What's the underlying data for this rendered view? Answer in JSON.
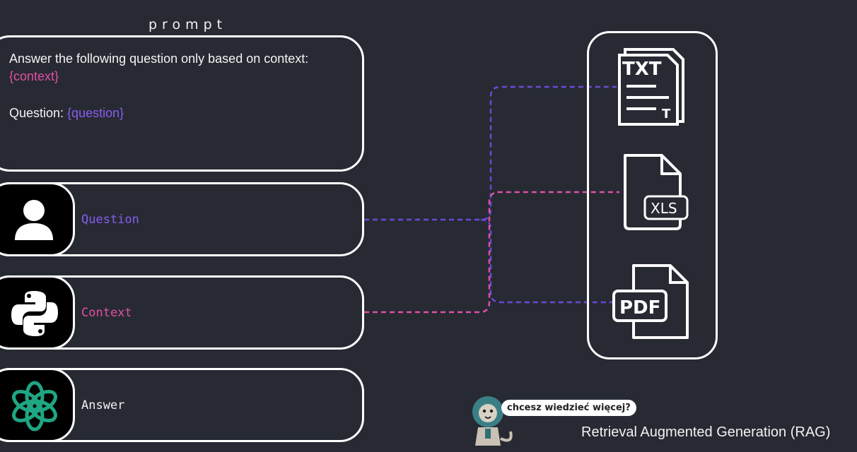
{
  "prompt": {
    "title": "prompt",
    "line1": "Answer the following question only based on context:",
    "context_placeholder": "{context}",
    "question_prefix": "Question: ",
    "question_placeholder": "{question}"
  },
  "rows": {
    "question": {
      "label": "Question",
      "icon": "user-icon"
    },
    "context": {
      "label": "Context",
      "icon": "python-icon"
    },
    "answer": {
      "label": "Answer",
      "icon": "openai-icon"
    }
  },
  "files": [
    {
      "label": "TXT",
      "icon": "txt-file-icon"
    },
    {
      "label": "XLS",
      "icon": "xls-file-icon"
    },
    {
      "label": "PDF",
      "icon": "pdf-file-icon"
    }
  ],
  "txt_corner_letter": "T",
  "bubble": "chcesz wiedzieć więcej?",
  "caption": "Retrieval Augmented Generation (RAG)",
  "colors": {
    "background": "#272a33",
    "question": "#8a5cf0",
    "context": "#e24fa6",
    "answer_icon": "#1fa683"
  }
}
